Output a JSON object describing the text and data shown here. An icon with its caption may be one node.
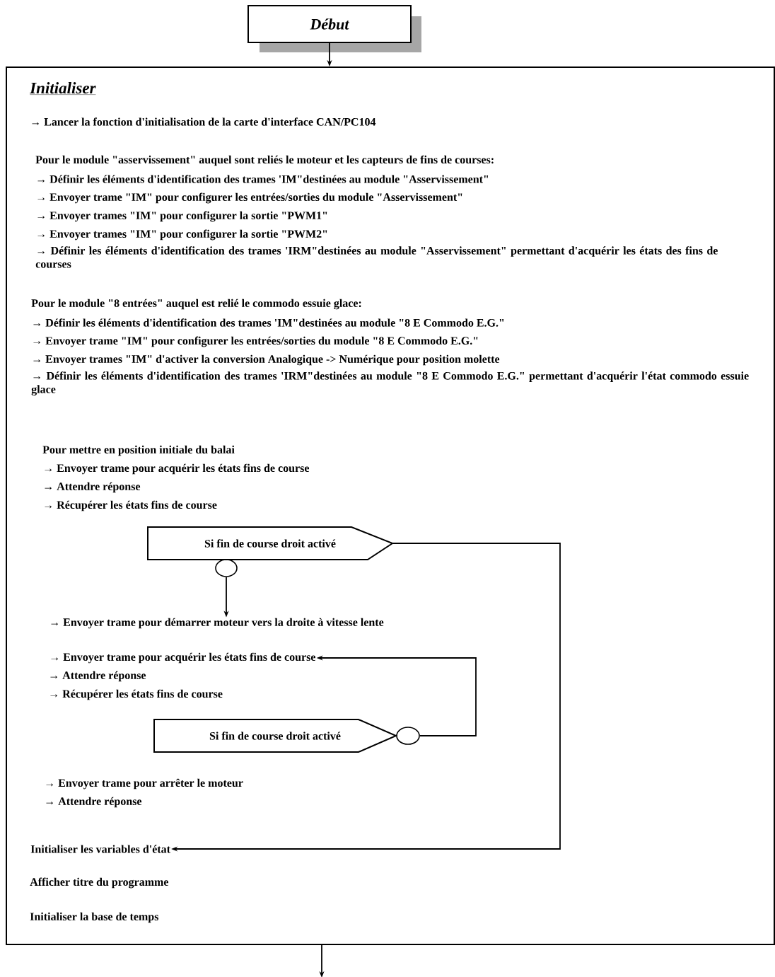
{
  "diagram": {
    "nodes": [
      {
        "text": [
          "Début"
        ]
      },
      {
        "text": [
          "Initialiser",
          "→ Lancer la fonction d'initialisation de la carte d'interface CAN/PC104",
          "Pour le module \"asservissement\" auquel sont reliés le moteur et les capteurs de fins de courses:",
          "→ Définir les éléments d'identification des trames 'IM\"destinées au module \"Asservissement\"",
          "→ Envoyer trame \"IM\" pour configurer les entrées/sorties du module \"Asservissement\"",
          "→ Envoyer trames \"IM\" pour configurer la sortie \"PWM1\"",
          "→ Envoyer trames \"IM\" pour configurer la sortie \"PWM2\"",
          "→ Définir les éléments d'identification des trames 'IRM\"destinées au module \"Asservissement\" permettant d'acquérir les états des fins de courses",
          "Pour le module \"8 entrées\" auquel est relié le commodo essuie glace:",
          "→ Définir les éléments d'identification des trames 'IM\"destinées au module \"8 E Commodo E.G.\"",
          "→ Envoyer trame \"IM\" pour configurer les entrées/sorties du module \"8 E Commodo E.G.\"",
          "→ Envoyer trames \"IM\" d'activer la conversion Analogique -> Numérique pour position molette",
          "→ Définir les éléments d'identification des trames 'IRM\"destinées au module \"8 E Commodo E.G.\" permettant d'acquérir l'état commodo essuie glace",
          "Pour mettre en position initiale du balai",
          "→ Envoyer trame pour acquérir les états fins de course",
          "→ Attendre réponse",
          "→ Récupérer les états fins de course",
          "→ Attendre réponse",
          "→ Récupérer les états fins de course",
          "→ Envoyer trame pour arrêter le moteur",
          "→ Attendre réponse",
          "Afficher titre du programme",
          "Initialiser la base de temps"
        ]
      },
      {
        "text": [
          "Si fin de course droit activé"
        ],
        "in": 1
      },
      {
        "text": [],
        "shape": "circle",
        "in": 1
      },
      {
        "text": [
          "→ Envoyer trame pour démarrer moteur vers la droite à vitesse lente"
        ],
        "in": 1
      },
      {
        "text": [
          "→ Envoyer trame pour acquérir les états fins de course"
        ],
        "in": 1
      },
      {
        "text": [
          "Si fin de course droit activé"
        ],
        "in": 1
      },
      {
        "text": [],
        "shape": "circle",
        "in": 1
      },
      {
        "text": [
          "Initialiser les variables d'état"
        ],
        "in": 1
      }
    ],
    "edges": [
      {
        "from": 0,
        "to": 1,
        "arrow": "to"
      },
      {
        "from": 3,
        "to": 4,
        "arrow": "to"
      },
      {
        "from": 2,
        "to": 8,
        "arrow": "to"
      },
      {
        "from": 7,
        "to": 5,
        "arrow": "to"
      },
      {
        "from": 1,
        "to": null,
        "arrow": "to"
      }
    ]
  }
}
